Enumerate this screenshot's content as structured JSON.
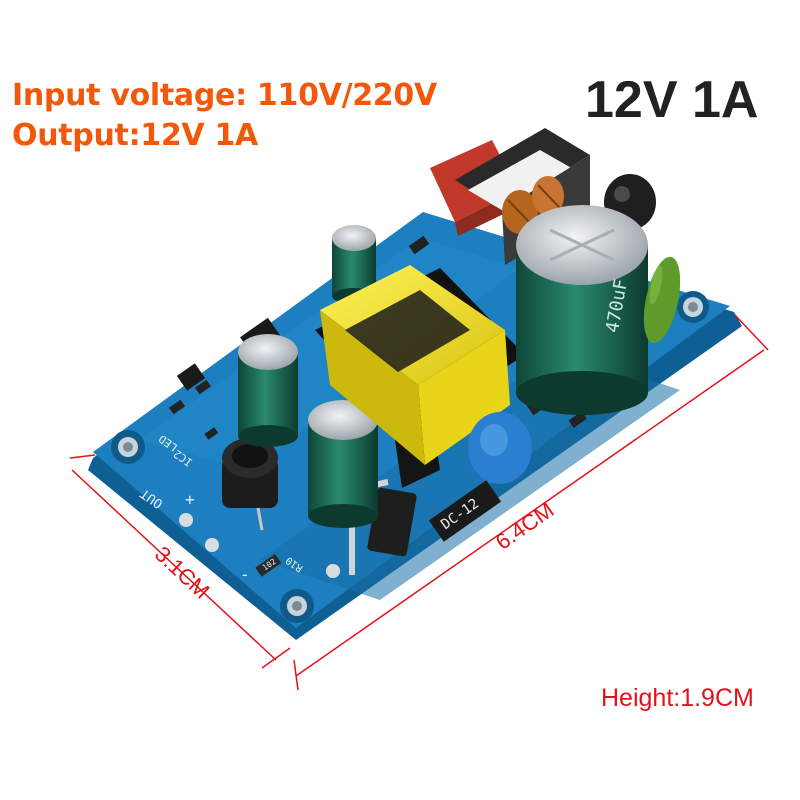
{
  "specs": {
    "input": "Input voltage: 110V/220V",
    "output": "Output:12V 1A"
  },
  "model": "12V 1A",
  "dimensions": {
    "length": "6.4CM",
    "width": "3.1CM",
    "height": "Height:1.9CM"
  },
  "board_labels": {
    "dc_label": "DC-12",
    "out": "OUT",
    "plus": "+",
    "minus": "-",
    "ic2": "IC2",
    "led": "LED",
    "r10": "R10",
    "r102": "102",
    "cap_big": "470uF"
  },
  "colors": {
    "spec_text": "#f2570a",
    "dimension_text": "#e3111a",
    "pcb": "#1d7fbf",
    "capacitor": "#1f6f5a",
    "transformer": "#f2e11d"
  }
}
